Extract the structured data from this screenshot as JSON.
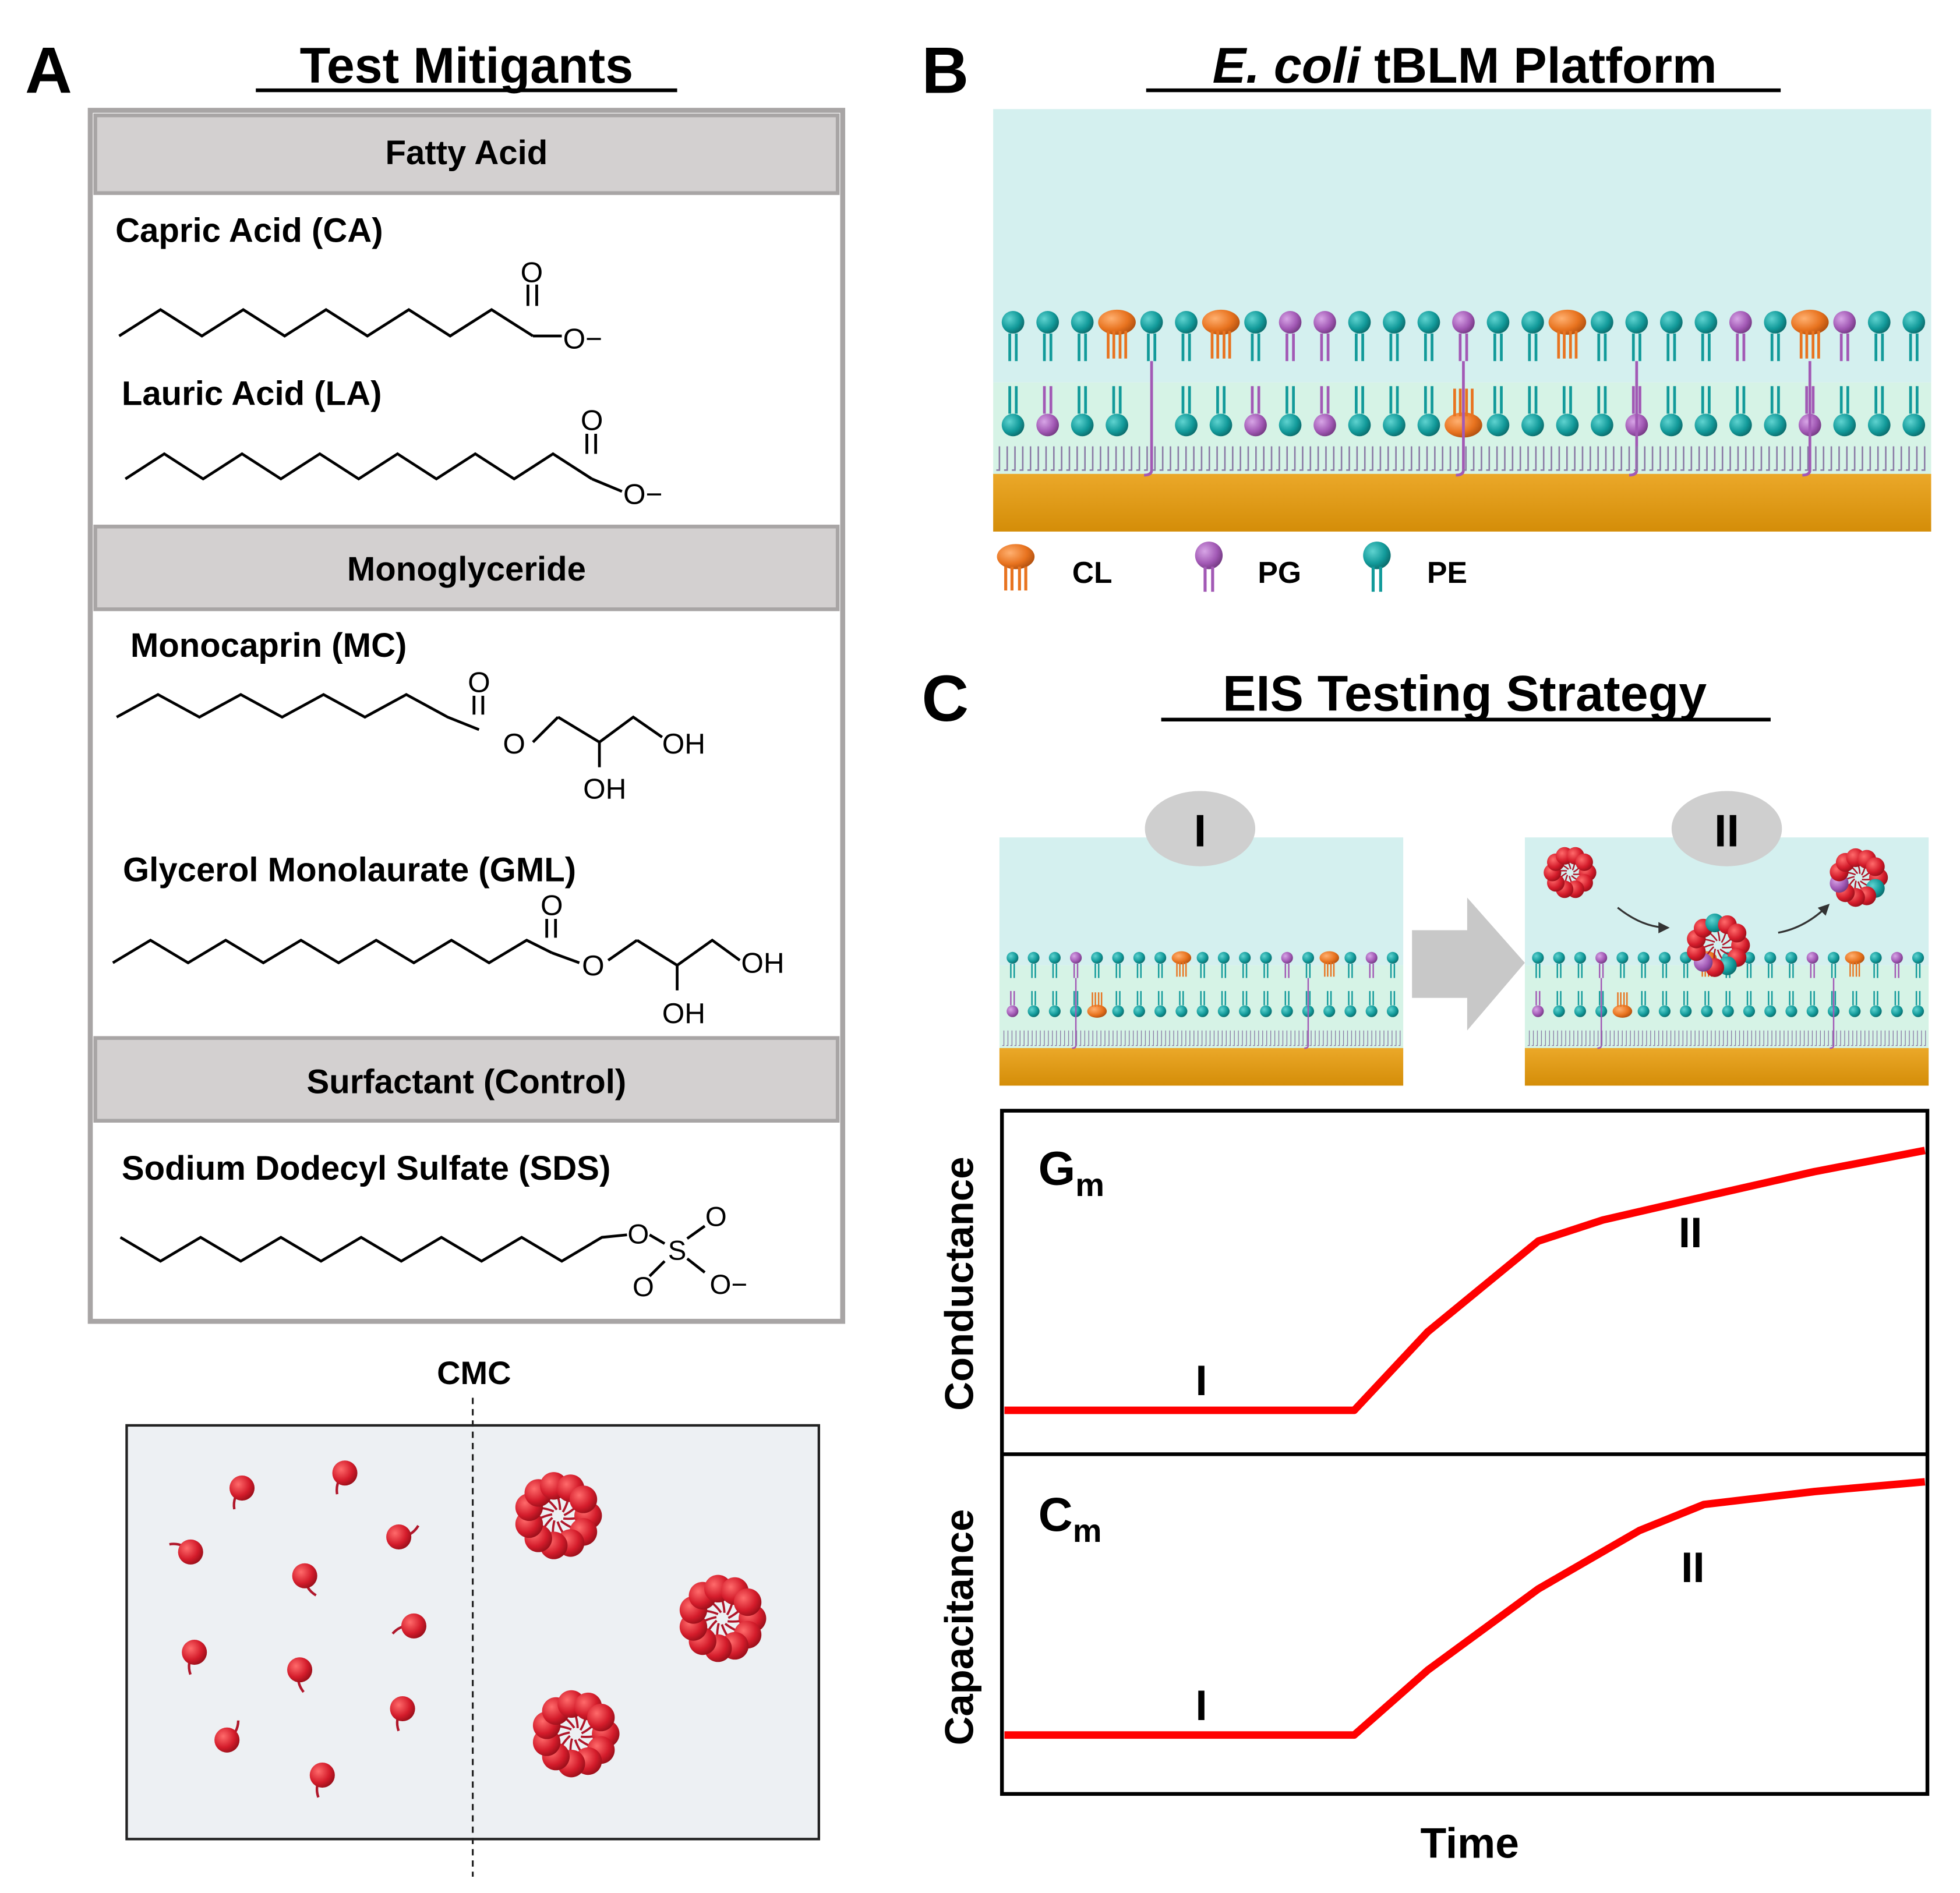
{
  "panel_a": {
    "letter": "A",
    "title": "Test Mitigants",
    "sections": [
      {
        "header": "Fatty Acid",
        "compounds": [
          "Capric Acid (CA)",
          "Lauric Acid (LA)"
        ]
      },
      {
        "header": "Monoglyceride",
        "compounds": [
          "Monocaprin (MC)",
          "Glycerol Monolaurate (GML)"
        ]
      },
      {
        "header": "Surfactant (Control)",
        "compounds": [
          "Sodium Dodecyl Sulfate (SDS)"
        ]
      }
    ],
    "atoms": {
      "o": "O",
      "o_minus": "O−",
      "oh": "OH",
      "s": "S"
    },
    "cmc_label": "CMC"
  },
  "panel_b": {
    "letter": "B",
    "title_italic": "E. coli",
    "title_rest": " tBLM Platform",
    "legend": [
      {
        "label": "CL",
        "color": "#e8731f"
      },
      {
        "label": "PG",
        "color": "#a259b5"
      },
      {
        "label": "PE",
        "color": "#129a9a"
      }
    ]
  },
  "panel_c": {
    "letter": "C",
    "title": "EIS Testing Strategy",
    "stage_labels": [
      "I",
      "II"
    ],
    "conductance": {
      "symbol": "G",
      "subscript": "m",
      "ylabel": "Conductance"
    },
    "capacitance": {
      "symbol": "C",
      "subscript": "m",
      "ylabel": "Capacitance"
    },
    "xlabel": "Time"
  },
  "colors": {
    "water": "#d4f0ef",
    "water_lower": "#d6f3e6",
    "gold": "#e09a0f",
    "header_gray": "#d3d0d0",
    "border_gray": "#a8a5a5",
    "micelle_red": "#d41c2b",
    "curve_red": "#ff0000",
    "arrow_gray": "#c8c8c8"
  },
  "chart_data": {
    "type": "line",
    "x_label": "Time",
    "axes": "no tick labels",
    "charts": [
      {
        "name": "Conductance",
        "x": [
          0,
          0.38,
          0.46,
          0.58,
          0.65,
          0.75,
          0.88,
          1.0
        ],
        "y": [
          0.0,
          0.0,
          0.26,
          0.56,
          0.63,
          0.7,
          0.79,
          0.86
        ]
      },
      {
        "name": "Capacitance",
        "x": [
          0,
          0.38,
          0.46,
          0.58,
          0.69,
          0.76,
          0.88,
          1.0
        ],
        "y": [
          0.0,
          0.0,
          0.2,
          0.45,
          0.63,
          0.71,
          0.75,
          0.78
        ]
      }
    ]
  }
}
